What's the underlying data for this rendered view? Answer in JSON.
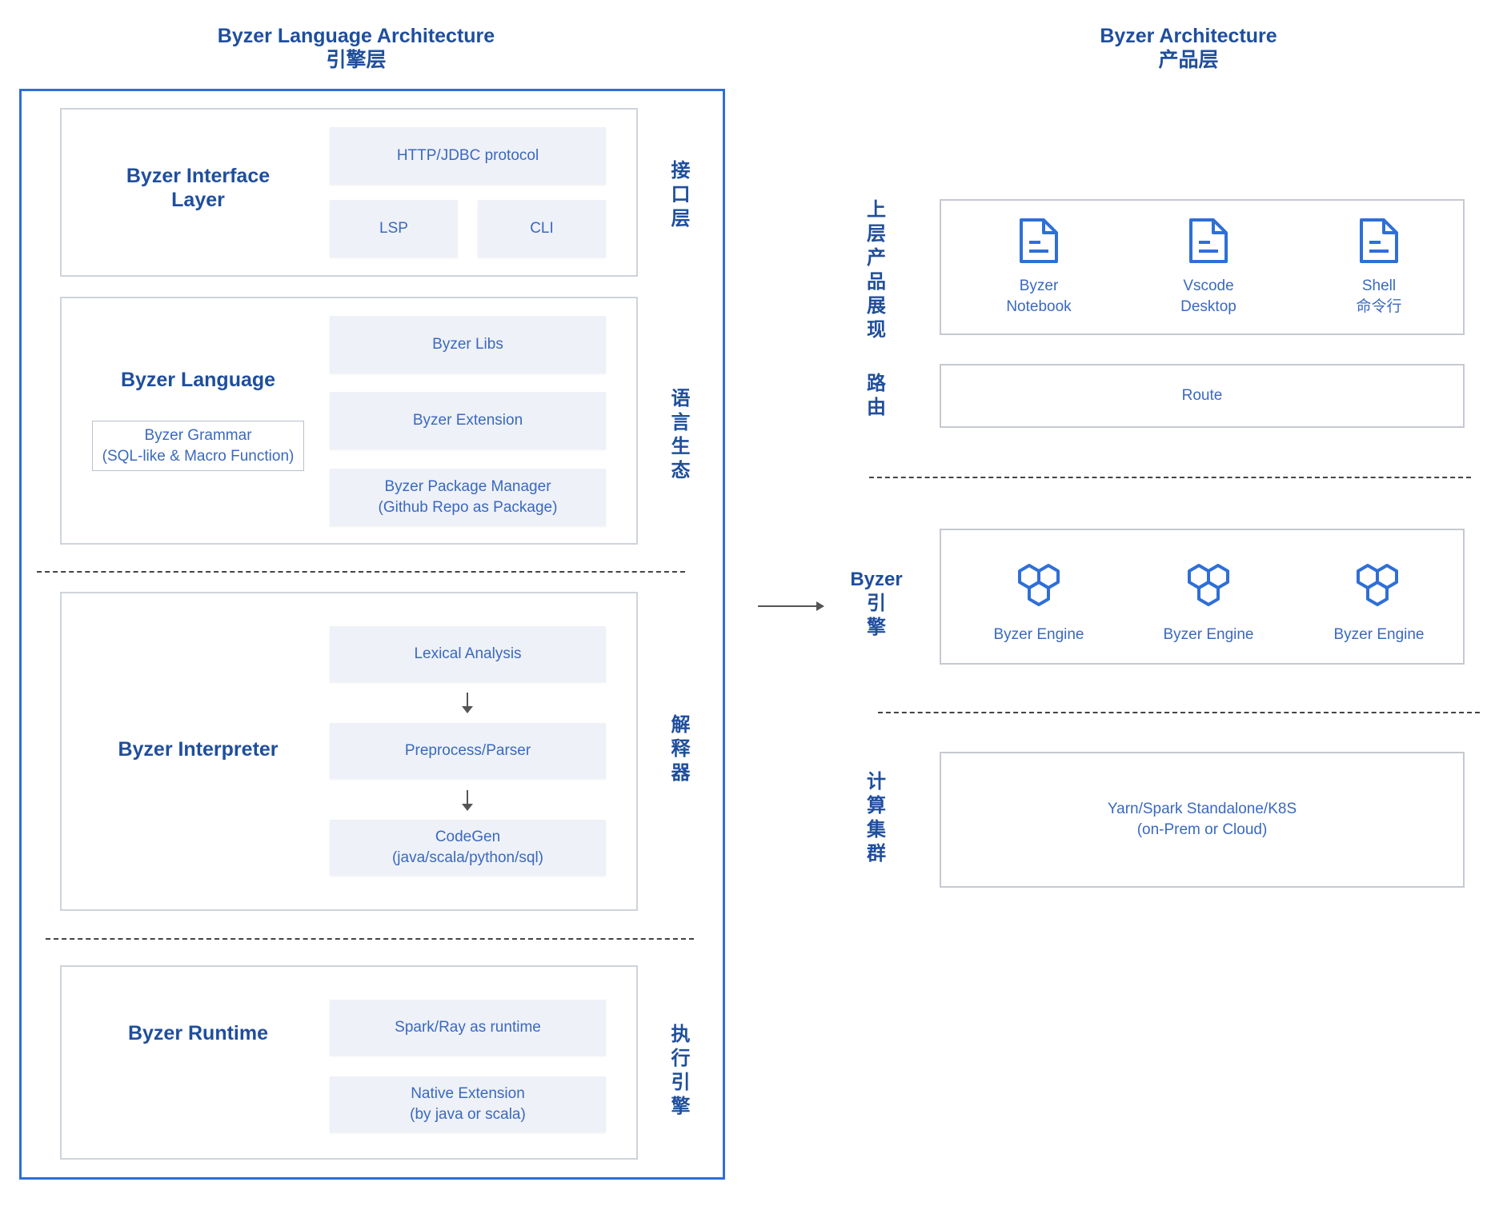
{
  "left": {
    "title": "Byzer Language Architecture",
    "subtitle": "引擎层",
    "layers": [
      {
        "name": "Byzer Interface\nLayer",
        "side_label": "接口层",
        "chips": [
          "HTTP/JDBC protocol",
          "LSP",
          "CLI"
        ]
      },
      {
        "name": "Byzer Language",
        "side_label": "语言生态",
        "grammar": "Byzer Grammar\n(SQL-like & Macro Function)",
        "chips": [
          "Byzer Libs",
          "Byzer Extension",
          "Byzer Package Manager\n(Github Repo as Package)"
        ]
      },
      {
        "name": "Byzer Interpreter",
        "side_label": "解释器",
        "chips": [
          "Lexical Analysis",
          "Preprocess/Parser",
          "CodeGen\n(java/scala/python/sql)"
        ]
      },
      {
        "name": "Byzer Runtime",
        "side_label": "执行引擎",
        "chips": [
          "Spark/Ray as runtime",
          "Native Extension\n(by java or scala)"
        ]
      }
    ]
  },
  "right": {
    "title": "Byzer Architecture",
    "subtitle": "产品层",
    "rows": [
      {
        "label": "上\n层\n产\n品\n展\n现",
        "items": [
          "Byzer\nNotebook",
          "Vscode\nDesktop",
          "Shell\n命令行"
        ]
      },
      {
        "label": "路\n由",
        "text": "Route"
      },
      {
        "label": "Byzer\n引\n擎",
        "items": [
          "Byzer Engine",
          "Byzer Engine",
          "Byzer Engine"
        ]
      },
      {
        "label": "计\n算\n集\n群",
        "text": "Yarn/Spark Standalone/K8S\n(on-Prem or Cloud)"
      }
    ]
  },
  "colors": {
    "accent": "#2f6fd6",
    "title": "#1f4e9c",
    "text": "#3a69bf",
    "chip_bg": "#eef1f7"
  }
}
